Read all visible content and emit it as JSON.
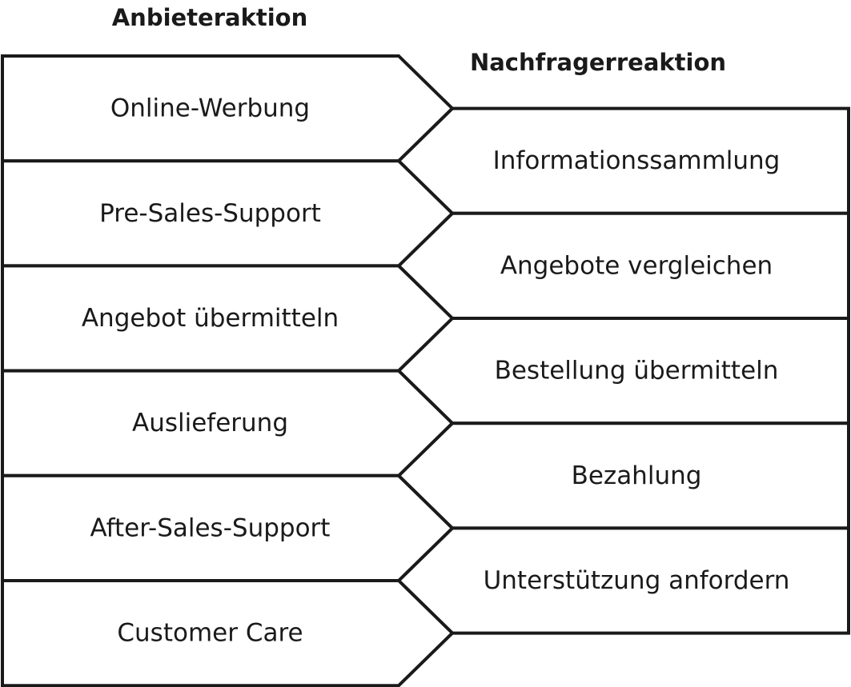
{
  "diagram": {
    "left_heading": "Anbieteraktion",
    "right_heading": "Nachfragerreaktion",
    "provider_actions": [
      "Online-Werbung",
      "Pre-Sales-Support",
      "Angebot übermitteln",
      "Auslieferung",
      "After-Sales-Support",
      "Customer Care"
    ],
    "customer_reactions": [
      "Informationssammlung",
      "Angebote vergleichen",
      "Bestellung übermitteln",
      "Bezahlung",
      "Unterstützung anfordern"
    ],
    "line_color": "#1a1a1a"
  }
}
